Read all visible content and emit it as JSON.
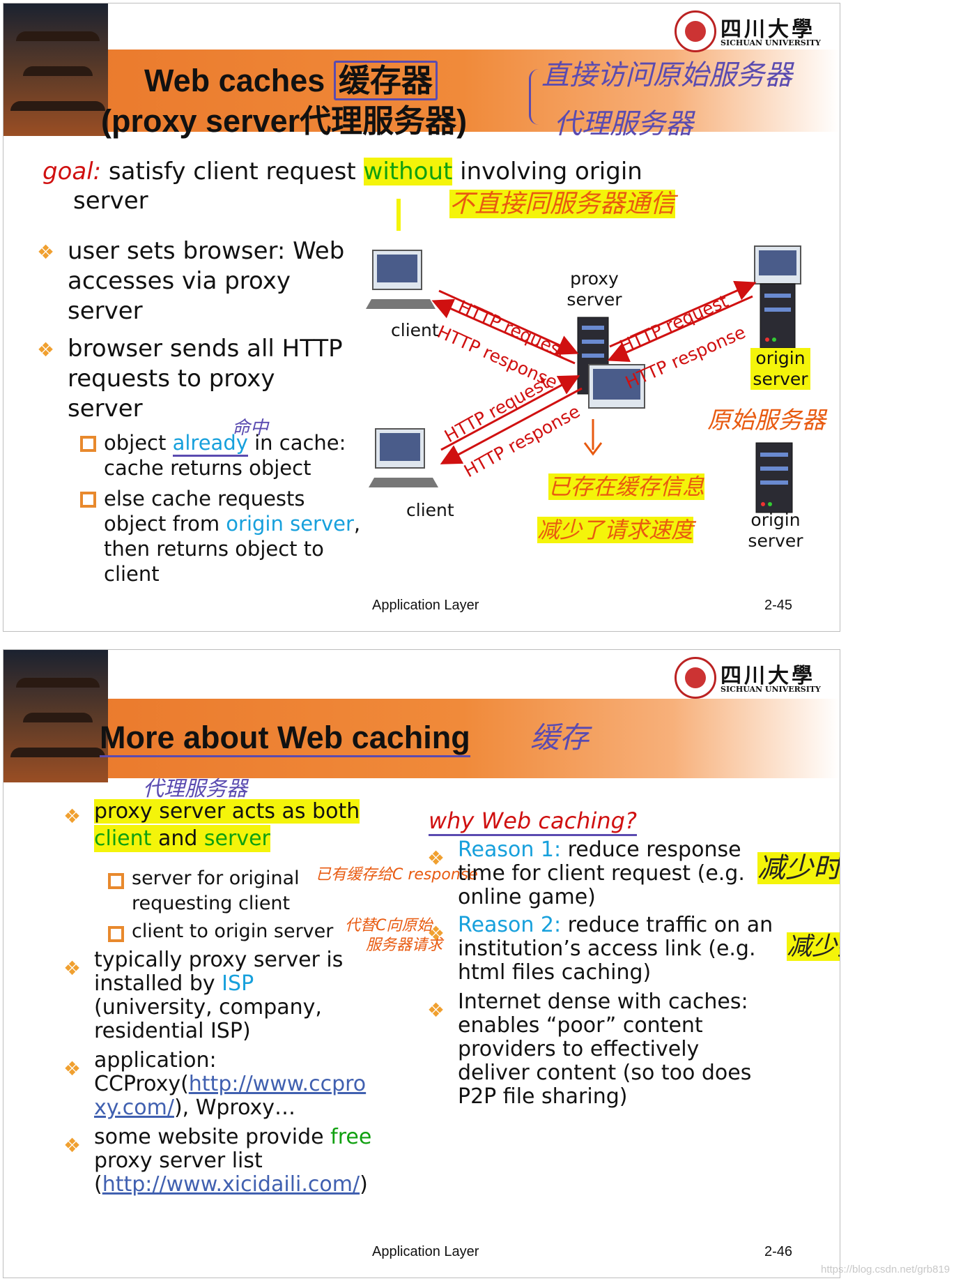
{
  "slide1": {
    "title_line1": "Web caches",
    "title_boxed": "缓存器",
    "title_line2": "(proxy server代理服务器)",
    "university_cn": "四川大學",
    "university_en": "SICHUAN UNIVERSITY",
    "goal_label": "goal:",
    "goal_pre": " satisfy client request ",
    "goal_hl": "without",
    "goal_post": " involving origin",
    "goal_line2": "server",
    "bullet1_l1": "user sets browser: Web",
    "bullet1_l2": "accesses via  proxy",
    "bullet1_l3": "server",
    "bullet2_l1": "browser sends all HTTP",
    "bullet2_l2": "requests to proxy",
    "bullet2_l3": "server",
    "sub1_pre": "object ",
    "sub1_already": "already",
    "sub1_post": " in cache:",
    "sub1_l2": "cache returns object",
    "sub2_l1": "else cache requests",
    "sub2_pre": "object from ",
    "sub2_origin": "origin server",
    "sub2_post": ",",
    "sub2_l3": "then returns object to",
    "sub2_l4": "client",
    "diagram": {
      "proxy_label_l1": "proxy",
      "proxy_label_l2": "server",
      "client_top": "client",
      "client_bottom": "client",
      "origin_top_l1": "origin",
      "origin_top_l2": "server",
      "origin_bottom_l1": "origin",
      "origin_bottom_l2": "server",
      "arrow_req_tl": "HTTP request",
      "arrow_resp_tl": "HTTP response",
      "arrow_req_tr": "HTTP request",
      "arrow_resp_tr": "HTTP response",
      "arrow_req_bl": "HTTP request",
      "arrow_resp_bl": "HTTP response"
    },
    "notes": {
      "title_note_l1": "直接访问原始服务器",
      "title_note_l2": "代理服务器",
      "goal_note": "不直接同服务器通信",
      "hit_note": "命中",
      "origin_note": "原始服务器",
      "cached_note": "已存在缓存信息",
      "speed_note": "减少了请求速度"
    },
    "footer_center": "Application Layer",
    "footer_page": "2-45"
  },
  "slide2": {
    "title": "More about Web caching",
    "title_note": "缓存",
    "university_cn": "四川大學",
    "university_en": "SICHUAN UNIVERSITY",
    "proxy_note": "代理服务器",
    "b1_l1": "proxy server acts as both",
    "b1_client": "client",
    "b1_and": " and ",
    "b1_server": "server",
    "s1_l1": "server for original",
    "s1_l2": "requesting client",
    "s1_note": "已有缓存给C response",
    "s2_l1": "client to origin server",
    "s2_note_l1": "代替C向原始",
    "s2_note_l2": "服务器请求",
    "b2_l1": "typically proxy server is",
    "b2_pre": "installed by ",
    "b2_isp": "ISP",
    "b2_l3": "(university, company,",
    "b2_l4": "residential ISP)",
    "b3_l1": "application:",
    "b3_pre": "CCProxy(",
    "b3_link1": "http://www.ccpro",
    "b3_link2": "xy.com/",
    "b3_post": "), Wproxy…",
    "b4_pre": "some website provide ",
    "b4_free": "free",
    "b4_l2": "proxy server list",
    "b4_open": "(",
    "b4_link": "http://www.xicidaili.com/",
    "b4_close": ")",
    "why_title": "why Web caching?",
    "r1_label": "Reason 1:",
    "r1_l1": " reduce response",
    "r1_l2": "time for client request (e.g.",
    "r1_l3": "online game)",
    "r1_note": "减少时间",
    "r2_label": "Reason 2:",
    "r2_l1": " reduce traffic on an",
    "r2_l2": "institution’s access link (e.g.",
    "r2_l3": "html files caching)",
    "r2_note": "减少接入流量",
    "b5_l1": "Internet dense with caches:",
    "b5_l2": "enables “poor” content",
    "b5_l3": "providers to effectively",
    "b5_l4": "deliver content (so too does",
    "b5_l5": "P2P file sharing)",
    "footer_center": "Application Layer",
    "footer_page": "2-46",
    "watermark": "https://blog.csdn.net/grb819"
  },
  "colors": {
    "banner_orange": "#e9772a",
    "bullet_orange": "#f0a030",
    "link_blue": "#17a0dc",
    "arrow_red": "#d01010",
    "highlight_yellow": "#f4f40a",
    "note_orange": "#e85a10",
    "note_purple": "#5a4bb0"
  }
}
